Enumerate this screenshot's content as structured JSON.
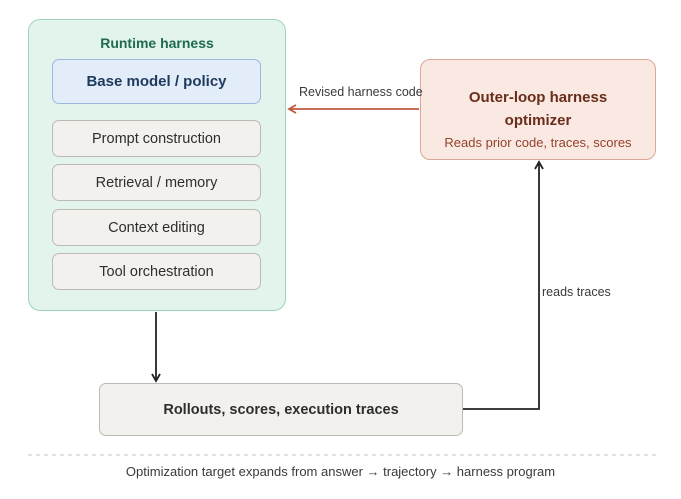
{
  "harness": {
    "title": "Runtime harness",
    "base_model": "Base model / policy",
    "modules": [
      "Prompt construction",
      "Retrieval / memory",
      "Context editing",
      "Tool orchestration"
    ]
  },
  "optimizer": {
    "title_line1": "Outer-loop harness",
    "title_line2": "optimizer",
    "subtitle": "Reads prior code, traces, scores"
  },
  "rollouts": {
    "label": "Rollouts, scores, execution traces"
  },
  "edges": {
    "revised_label": "Revised harness code",
    "reads_label": "reads traces"
  },
  "footer": "Optimization target expands from answer → trajectory → harness program",
  "colors": {
    "harness_fill": "#e3f4ec",
    "harness_border": "#9fd5ba",
    "base_model_fill": "#e3edfa",
    "optimizer_fill": "#fae9e3",
    "optimizer_border": "#dba896",
    "feedback_arrow": "#c05a3c",
    "flow_arrow": "#222222"
  }
}
